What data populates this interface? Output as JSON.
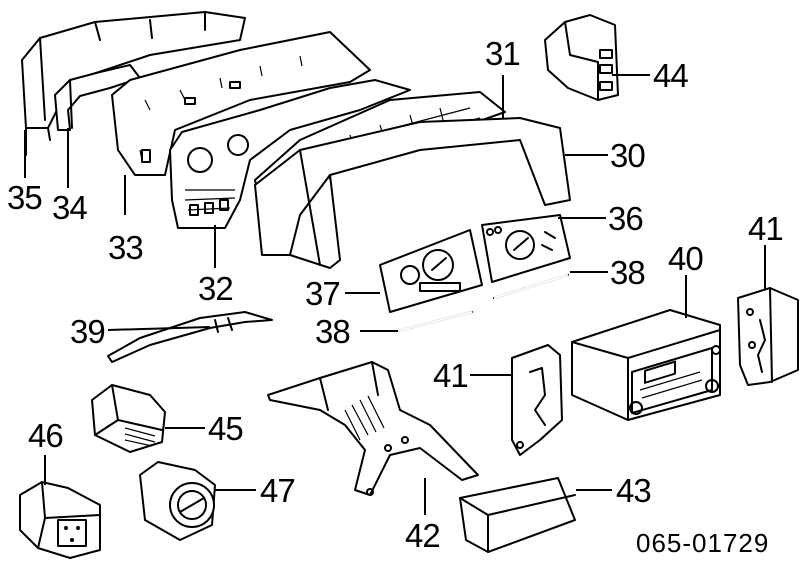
{
  "diagram": {
    "reference_code": "065-01729",
    "callouts": {
      "p30": "30",
      "p31": "31",
      "p32": "32",
      "p33": "33",
      "p34": "34",
      "p35": "35",
      "p36": "36",
      "p37": "37",
      "p38a": "38",
      "p38b": "38",
      "p39": "39",
      "p40": "40",
      "p41a": "41",
      "p41b": "41",
      "p42": "42",
      "p43": "43",
      "p44": "44",
      "p45": "45",
      "p46": "46",
      "p47": "47"
    }
  }
}
